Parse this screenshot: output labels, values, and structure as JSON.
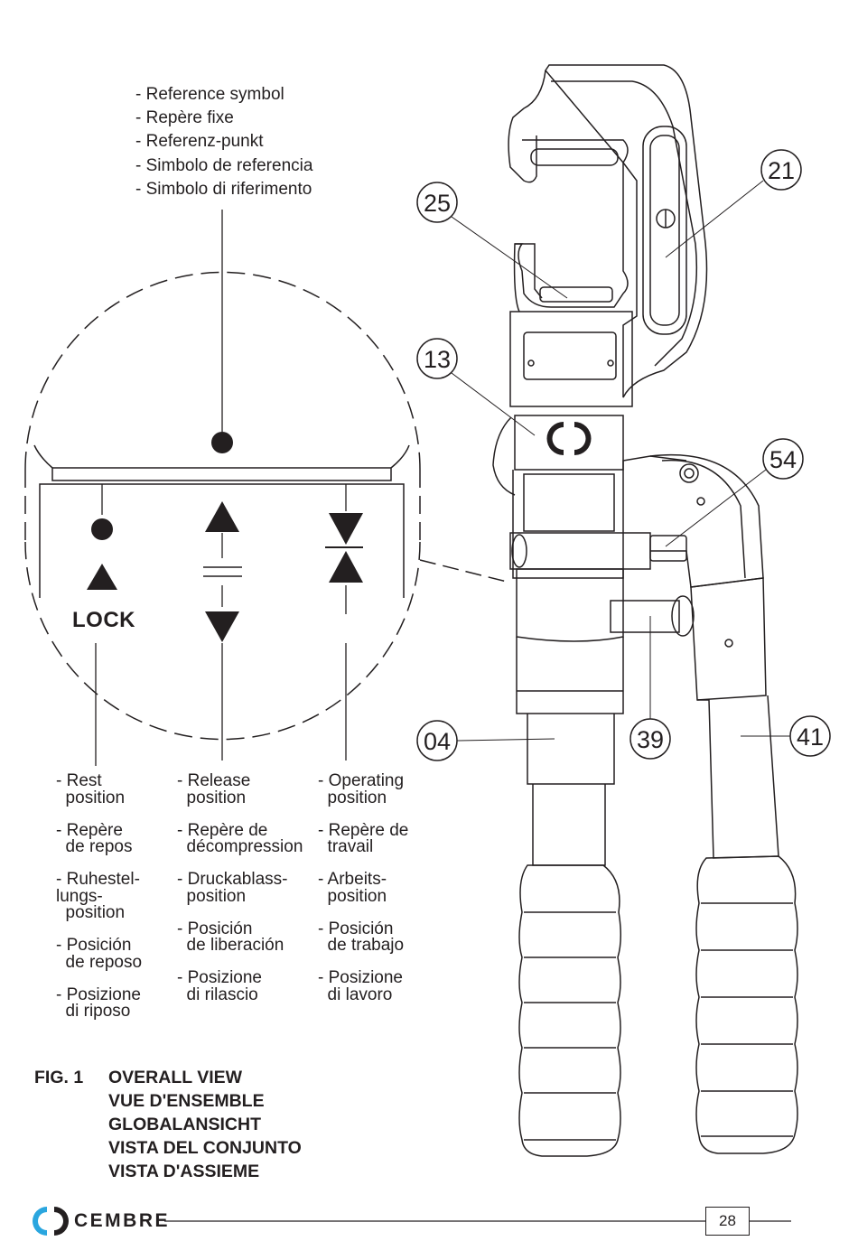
{
  "reference": {
    "lines": [
      "- Reference symbol",
      "- Repère fixe",
      "- Referenz-punkt",
      "- Simbolo de referencia",
      "- Simbolo di riferimento"
    ]
  },
  "detail": {
    "lock_label": "LOCK"
  },
  "columns": {
    "rest": [
      "- Rest\n  position",
      "- Repère\n  de repos",
      "- Ruhestel-\nlungs-\n  position",
      "- Posición\n  de reposo",
      "- Posizione\n  di riposo"
    ],
    "release": [
      "- Release\n  position",
      "- Repère de\n  décompression",
      "- Druckablass-\n  position",
      "- Posición\n  de liberación",
      "- Posizione\n  di rilascio"
    ],
    "operating": [
      "- Operating\n  position",
      "- Repère de\n  travail",
      "- Arbeits-\n  position",
      "- Posición\n  de trabajo",
      "- Posizione\n  di lavoro"
    ]
  },
  "figure": {
    "number": "FIG. 1",
    "titles": [
      "OVERALL VIEW",
      "VUE D'ENSEMBLE",
      "GLOBALANSICHT",
      "VISTA DEL CONJUNTO",
      "VISTA D'ASSIEME"
    ]
  },
  "callouts": [
    "25",
    "21",
    "13",
    "54",
    "04",
    "39",
    "41"
  ],
  "footer": {
    "brand": "CEMBRE",
    "page": "28"
  }
}
